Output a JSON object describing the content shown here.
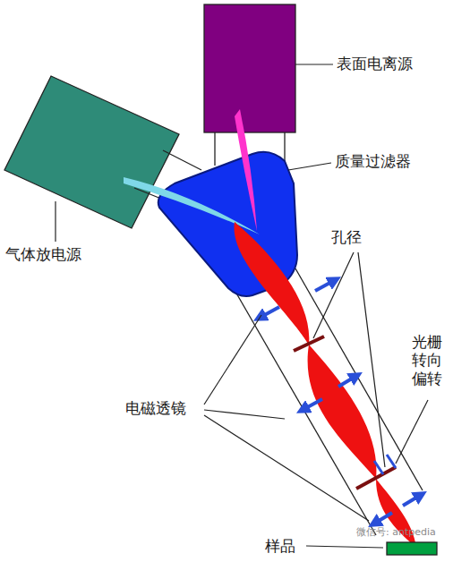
{
  "diagram": {
    "labels": [
      "表面电离源",
      "质量过滤器",
      "气体放电源",
      "孔径",
      "光栅 转向 偏转",
      "电磁透镜",
      "样品",
      "微信号: antpedia"
    ]
  }
}
